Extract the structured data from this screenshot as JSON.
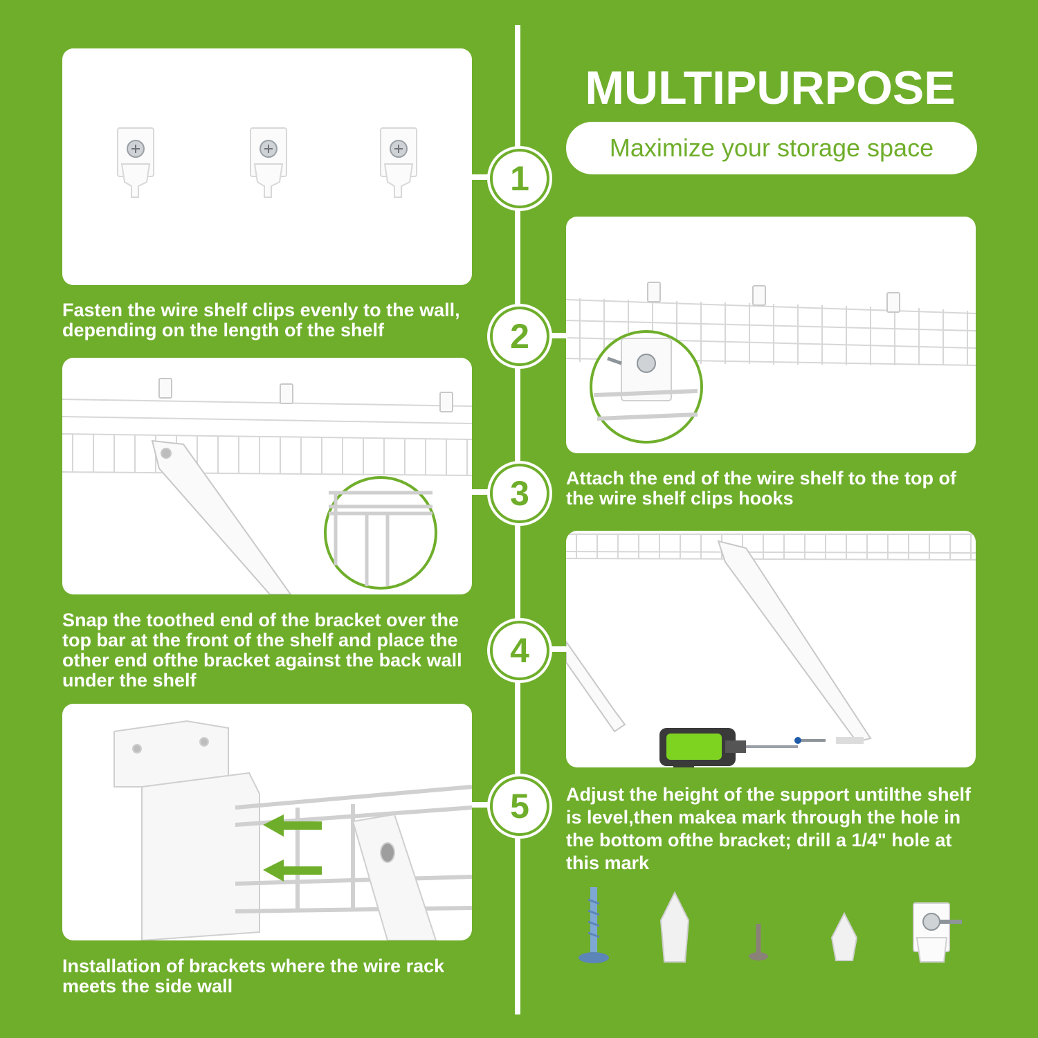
{
  "header": {
    "title": "MULTIPURPOSE",
    "subtitle": "Maximize your storage space"
  },
  "steps": [
    {
      "number": "1",
      "caption_line1": "Fasten the wire shelf clips evenly to the wall,",
      "caption_line2": "depending on the length of the shelf"
    },
    {
      "number": "2",
      "caption_line1": "Attach the end of the wire shelf to the top of",
      "caption_line2": "the wire shelf clips hooks"
    },
    {
      "number": "3",
      "caption_line1": "Snap the toothed end of the bracket over the",
      "caption_line2": "top bar at the front of the shelf and place the",
      "caption_line3": "other end ofthe bracket against the back wall",
      "caption_line4": "under the shelf"
    },
    {
      "number": "4",
      "caption_line1": "Adjust the height of the support untilthe shelf",
      "caption_line2": "is level,then makea mark through the hole in",
      "caption_line3": "the bottom ofthe bracket; drill a 1/4\" hole at",
      "caption_line4": "this mark"
    },
    {
      "number": "5",
      "caption_line1": "Installation of brackets where the wire rack",
      "caption_line2": "meets the side wall"
    }
  ],
  "colors": {
    "background": "#6fae2b",
    "panel": "#ffffff",
    "accent": "#6fae2b"
  },
  "icons": [
    "wall-clip-icon",
    "wire-shelf-icon",
    "bracket-icon",
    "drill-icon",
    "screw-icon",
    "wall-anchor-icon",
    "arrow-left-icon"
  ]
}
